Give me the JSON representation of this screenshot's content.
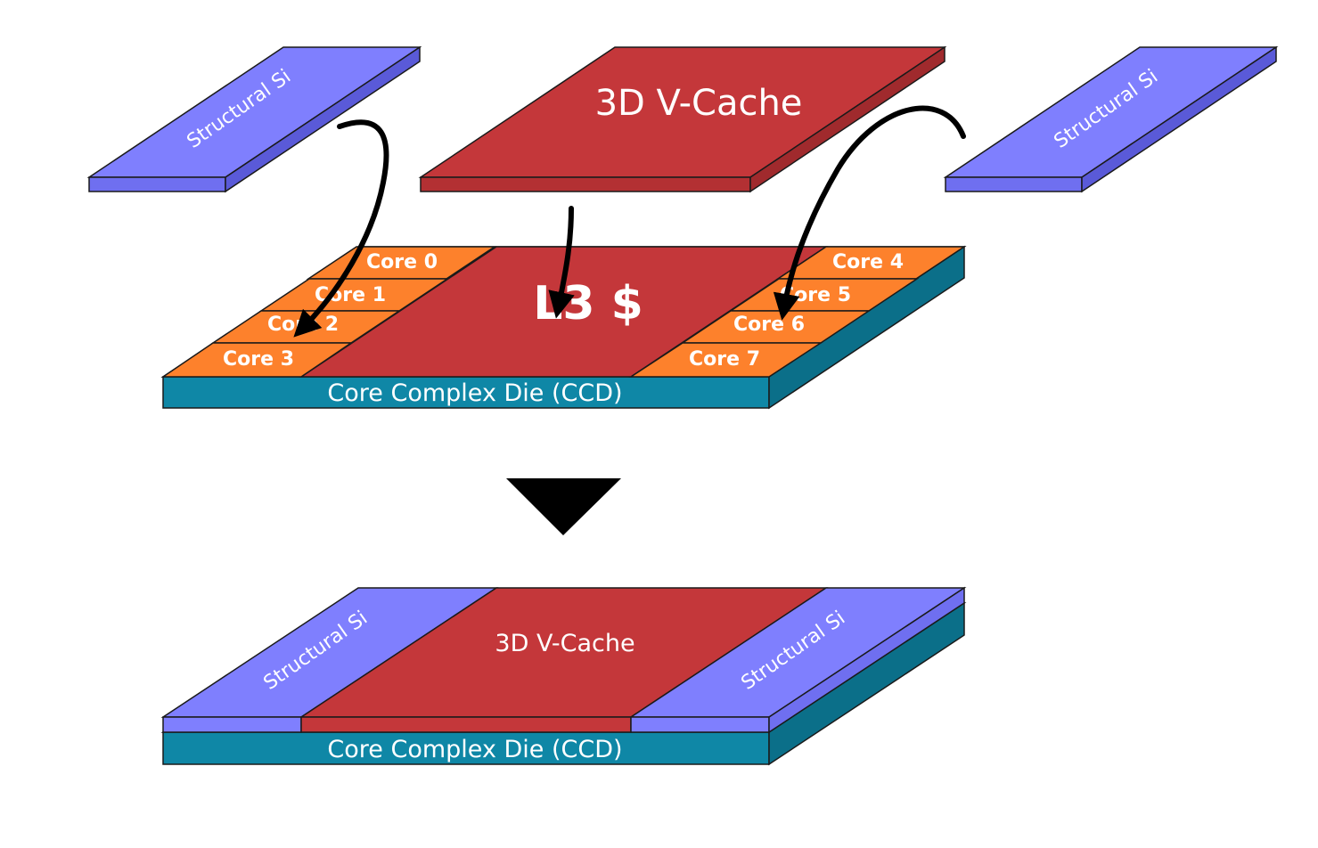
{
  "colors": {
    "structural_si": "#7f7ffe",
    "v_cache": "#c4373a",
    "l3_cache": "#c4373a",
    "core": "#fd812c",
    "ccd": "#0f87a6",
    "arrow": "#000000"
  },
  "top": {
    "structural_si_left": "Structural Si",
    "v_cache": "3D V-Cache",
    "structural_si_right": "Structural Si",
    "ccd": {
      "l3": "L3 $",
      "cores": [
        "Core 0",
        "Core 1",
        "Core 2",
        "Core 3",
        "Core 4",
        "Core 5",
        "Core 6",
        "Core 7"
      ],
      "label": "Core Complex Die (CCD)"
    }
  },
  "result": {
    "structural_si_left": "Structural Si",
    "v_cache": "3D V-Cache",
    "structural_si_right": "Structural Si",
    "ccd_label": "Core Complex Die (CCD)"
  },
  "icons": {
    "transition": "down-triangle-icon",
    "placement_arrows": "curved-arrow-icon"
  }
}
